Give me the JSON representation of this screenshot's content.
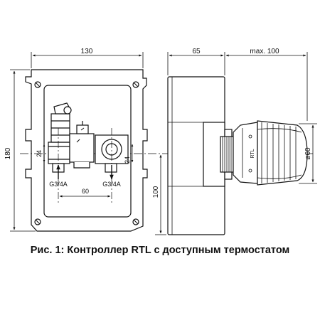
{
  "caption": "Рис. 1: Контроллер RTL с доступным термостатом",
  "dimensions": {
    "width_130": "130",
    "width_65": "65",
    "max_100": "max. 100",
    "height_180": "180",
    "height_100": "100",
    "spacing_60": "60",
    "diameter_60": "ø60",
    "offset_24_left": "24",
    "offset_24_right": "24"
  },
  "labels": {
    "thread_left": "G3/4A",
    "thread_right": "G3/4A",
    "rtl_mark": "RTL"
  }
}
